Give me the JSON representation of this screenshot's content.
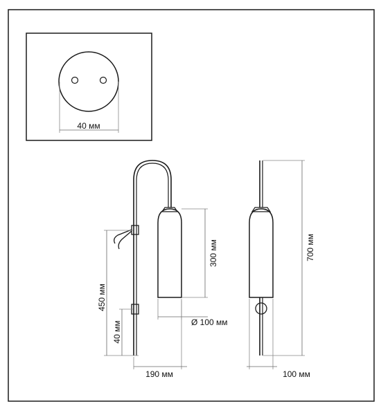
{
  "colors": {
    "line": "#1a1a1a",
    "dim": "#6f6f6f",
    "background": "#ffffff"
  },
  "mount_detail": {
    "diameter_label": "40 мм"
  },
  "side_view": {
    "height_450_label": "450 мм",
    "height_40_label": "40 мм",
    "shade_height_label": "300 мм",
    "shade_diameter_label": "Ø 100 мм",
    "width_label": "190 мм"
  },
  "front_view": {
    "height_label": "700 мм",
    "depth_label": "100 мм"
  }
}
